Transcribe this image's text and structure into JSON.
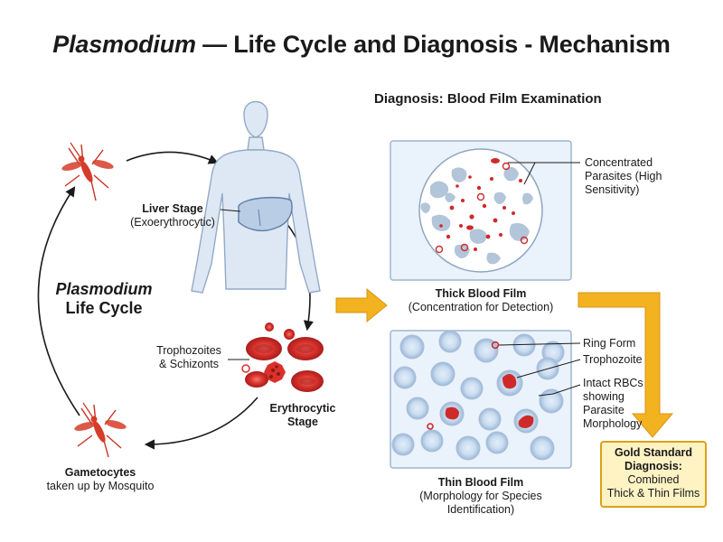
{
  "title": {
    "italic": "Plasmodium",
    "rest": " — Life Cycle and Diagnosis - Mechanism"
  },
  "life_cycle": {
    "title_italic": "Plasmodium",
    "title_rest": "Life Cycle",
    "liver_stage": {
      "title": "Liver Stage",
      "subtitle": "(Exoerythrocytic)"
    },
    "trophozoites": {
      "line1": "Trophozoites",
      "line2": "& Schizonts"
    },
    "erythrocytic": {
      "line1": "Erythrocytic",
      "line2": "Stage"
    },
    "gametocytes": {
      "title": "Gametocytes",
      "subtitle": "taken up by Mosquito"
    }
  },
  "diagnosis": {
    "title": "Diagnosis: Blood Film Examination",
    "thick": {
      "title": "Thick Blood Film",
      "subtitle": "(Concentration for Detection)",
      "callout": {
        "line1": "Concentrated",
        "line2": "Parasites (High",
        "line3": "Sensitivity)"
      }
    },
    "thin": {
      "title": "Thin Blood Film",
      "subtitle_line1": "(Morphology for Species",
      "subtitle_line2": "Identification)",
      "callouts": {
        "ring": "Ring Form",
        "trophozoite": "Trophozoite",
        "intact": {
          "line1": "Intact RBCs",
          "line2": "showing",
          "line3": "Parasite",
          "line4": "Morphology"
        }
      }
    },
    "gold": {
      "title_line1": "Gold Standard",
      "title_line2": "Diagnosis:",
      "body_line1": "Combined",
      "body_line2": "Thick & Thin Films"
    }
  },
  "colors": {
    "mosquito": "#d63c2a",
    "body_fill": "#dde8f4",
    "body_stroke": "#93aac6",
    "rbc": "#cf2a2a",
    "panel_fill": "#eaf2fb",
    "panel_stroke": "#9fb6cf",
    "arrow_gold": "#f3b21f"
  }
}
